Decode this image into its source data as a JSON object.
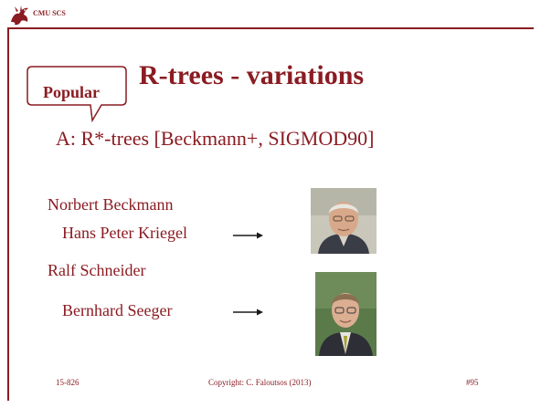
{
  "header": {
    "label": "CMU SCS"
  },
  "title": "R-trees - variations",
  "callout": {
    "label": "Popular"
  },
  "subtitle": "A: R*-trees [Beckmann+, SIGMOD90]",
  "authors": [
    {
      "name": "Norbert Beckmann"
    },
    {
      "name": "Hans Peter Kriegel"
    },
    {
      "name": "Ralf Schneider"
    },
    {
      "name": "Bernhard Seeger"
    }
  ],
  "footer": {
    "course": "15-826",
    "copyright": "Copyright: C. Faloutsos (2013)",
    "page": "#95"
  },
  "colors": {
    "accent": "#8a1c22",
    "background": "#ffffff"
  },
  "icons": {
    "logo": "griffin-logo-icon",
    "arrow": "right-arrow-icon"
  }
}
